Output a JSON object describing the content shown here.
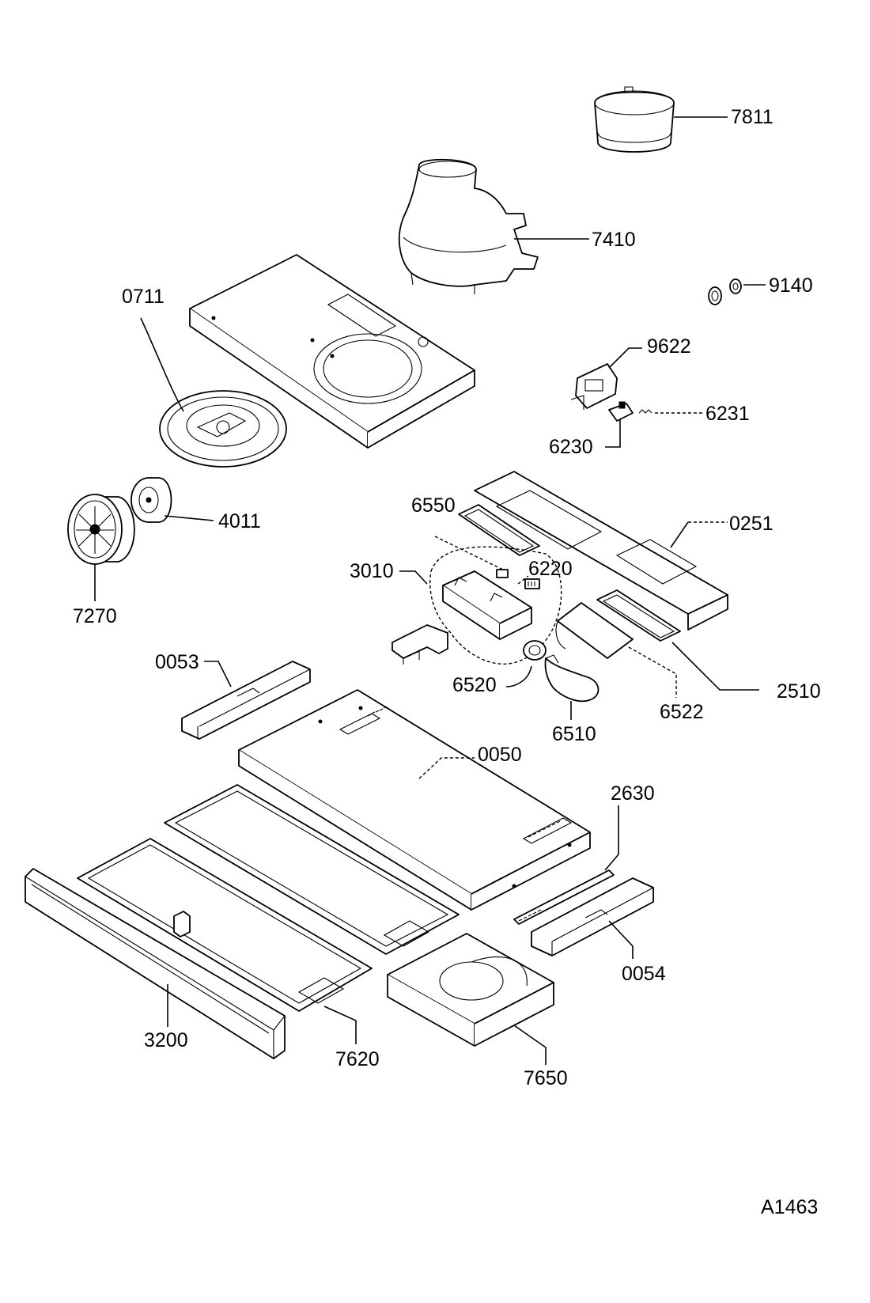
{
  "labels": {
    "p7811": "7811",
    "p7410": "7410",
    "p9140": "9140",
    "p0711": "0711",
    "p9622": "9622",
    "p6231": "6231",
    "p6230": "6230",
    "p6550": "6550",
    "p0251": "0251",
    "p4011": "4011",
    "p6220": "6220",
    "p3010": "3010",
    "p7270": "7270",
    "p0053": "0053",
    "p6520": "6520",
    "p2510": "2510",
    "p6522": "6522",
    "p6510": "6510",
    "p0050": "0050",
    "p2630": "2630",
    "p0054": "0054",
    "p3200": "3200",
    "p7620": "7620",
    "p7650": "7650"
  },
  "drawing_code": "A1463"
}
